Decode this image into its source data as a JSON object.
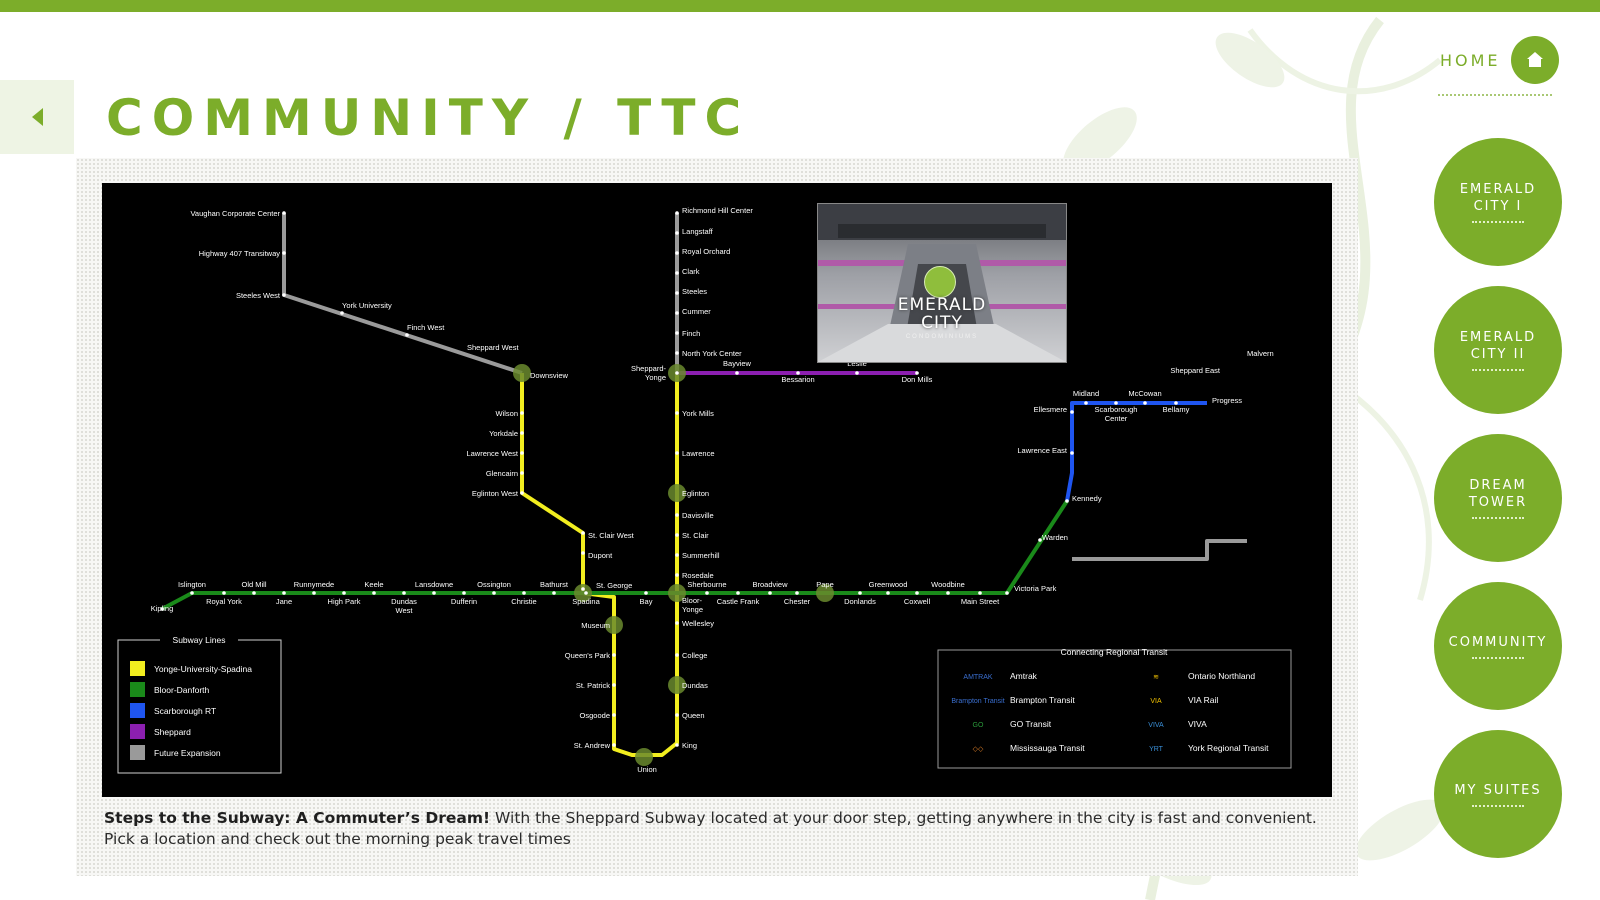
{
  "header": {
    "title": "COMMUNITY / TTC",
    "home_label": "HOME"
  },
  "nav": {
    "items": [
      {
        "line1": "EMERALD",
        "line2": "CITY I"
      },
      {
        "line1": "EMERALD",
        "line2": "CITY II"
      },
      {
        "line1": "DREAM",
        "line2": "TOWER"
      },
      {
        "line1": "COMMUNITY",
        "line2": ""
      },
      {
        "line1": "MY SUITES",
        "line2": ""
      }
    ]
  },
  "map": {
    "photo_brand_line1": "EMERALD",
    "photo_brand_line2": "CITY",
    "photo_brand_sub": "CONDOMINIUMS",
    "legend_title": "Subway Lines",
    "lines": [
      {
        "name": "Yonge-University-Spadina",
        "color": "#f2ee1f"
      },
      {
        "name": "Bloor-Danforth",
        "color": "#1a8a1a"
      },
      {
        "name": "Scarborough RT",
        "color": "#1f55f0"
      },
      {
        "name": "Sheppard",
        "color": "#8c1fb0"
      },
      {
        "name": "Future Expansion",
        "color": "#9a9a9a"
      }
    ],
    "regional_title": "Connecting Regional Transit",
    "regional": [
      {
        "name": "Amtrak",
        "logo": "AMTRAK",
        "icon": "amtrak-logo",
        "color": "#3a6fd0"
      },
      {
        "name": "Ontario Northland",
        "logo": "≋",
        "icon": "ontario-northland-logo",
        "color": "#f2c200"
      },
      {
        "name": "Brampton Transit",
        "logo": "Brampton Transit",
        "icon": "brampton-transit-logo",
        "color": "#3a6fd0"
      },
      {
        "name": "VIA Rail",
        "logo": "VIA",
        "icon": "via-rail-logo",
        "color": "#f2c200"
      },
      {
        "name": "GO Transit",
        "logo": "GO",
        "icon": "go-transit-logo",
        "color": "#2a9a3a"
      },
      {
        "name": "VIVA",
        "logo": "VIVA",
        "icon": "viva-logo",
        "color": "#3a8fd8"
      },
      {
        "name": "Mississauga Transit",
        "logo": "◇◇",
        "icon": "mississauga-transit-logo",
        "color": "#e8842a"
      },
      {
        "name": "York Regional Transit",
        "logo": "YRT",
        "icon": "york-regional-transit-logo",
        "color": "#3a8fd8"
      }
    ],
    "labels": {
      "yonge": [
        "Richmond Hill Center",
        "Langstaff",
        "Royal Orchard",
        "Clark",
        "Steeles",
        "Cummer",
        "Finch",
        "North York Center",
        "York Mills",
        "Lawrence",
        "Eglinton",
        "Davisville",
        "St. Clair",
        "Summerhill",
        "Rosedale",
        "Bloor-\nYonge",
        "Wellesley",
        "College",
        "Dundas",
        "Queen",
        "King",
        "Union"
      ],
      "spadina": [
        "Vaughan Corporate Center",
        "Highway 407 Transitway",
        "Steeles West",
        "York University",
        "Finch West",
        "Sheppard West",
        "Downsview",
        "Wilson",
        "Yorkdale",
        "Lawrence West",
        "Glencairn",
        "Eglinton West",
        "St. Clair West",
        "Dupont",
        "St. George",
        "Museum",
        "Queen's Park",
        "St. Patrick",
        "Osgoode",
        "St. Andrew"
      ],
      "bloor_top": [
        "Islington",
        "Old Mill",
        "Runnymede",
        "Keele",
        "Lansdowne",
        "Ossington",
        "Bathurst",
        "Sherbourne",
        "Broadview",
        "Pape",
        "Greenwood",
        "Woodbine",
        "Victoria Park"
      ],
      "bloor_bottom": [
        "Kipling",
        "Royal York",
        "Jane",
        "High Park",
        "Dundas\nWest",
        "Dufferin",
        "Christie",
        "Spadina",
        "Bay",
        "Castle Frank",
        "Chester",
        "Donlands",
        "Coxwell",
        "Main Street"
      ],
      "sheppard": [
        "Sheppard-\nYonge",
        "Bayview",
        "Bessarion",
        "Leslie",
        "Don Mills"
      ],
      "srt": [
        "Warden",
        "Kennedy",
        "Lawrence East",
        "Ellesmere",
        "Midland",
        "Scarborough\nCenter",
        "McCowan",
        "Bellamy",
        "Sheppard East",
        "Malvern",
        "Progress"
      ]
    }
  },
  "caption": {
    "bold": "Steps to the Subway:  A Commuter’s Dream!",
    "text": " With the Sheppard Subway located at your door step, getting anywhere in the city is fast and convenient.",
    "line2": "Pick a location and check out the morning peak travel times"
  }
}
